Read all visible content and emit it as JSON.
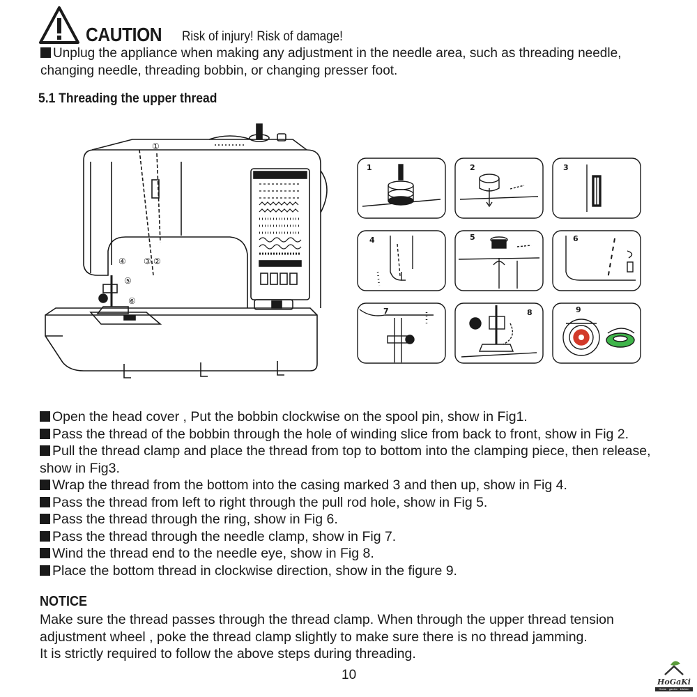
{
  "caution": {
    "title": "CAUTION",
    "subtitle": "Risk of injury! Risk of damage!",
    "unplug_text": "Unplug the appliance when making any adjustment in the needle area, such as threading needle, changing needle, threading bobbin, or changing presser foot."
  },
  "section": {
    "title": "5.1 Threading the upper thread"
  },
  "machine_callouts": [
    "①",
    "②",
    "③",
    "④",
    "⑤",
    "⑥"
  ],
  "figures": [
    {
      "label": "1"
    },
    {
      "label": "2"
    },
    {
      "label": "3"
    },
    {
      "label": "4"
    },
    {
      "label": "5"
    },
    {
      "label": "6"
    },
    {
      "label": "7"
    },
    {
      "label": "8"
    },
    {
      "label": "9"
    }
  ],
  "steps": [
    "Open the head cover , Put the bobbin clockwise on the spool pin, show in Fig1.",
    "Pass the thread of the bobbin through the hole of winding slice from back to front, show in Fig 2.",
    "Pull the thread clamp and place the thread from top to bottom into the clamping piece, then release, show in Fig3.",
    "Wrap the thread from the bottom into the casing marked 3 and then up, show in Fig 4.",
    "Pass the thread from left to right through the pull rod hole, show in Fig 5.",
    "Pass the thread through the ring, show in Fig 6.",
    "Pass the thread through the needle clamp, show in Fig 7.",
    "Wind the thread end to the needle eye, show in Fig 8.",
    "Place the bottom thread in clockwise direction, show in the figure 9."
  ],
  "notice": {
    "title": "NOTICE",
    "lines": [
      "Make sure the thread passes through the thread clamp. When through the upper thread tension adjustment wheel , poke the thread clamp slightly to make sure there is no thread jamming.",
      "It is strictly required to follow the above steps during threading."
    ]
  },
  "page_number": "10",
  "logo": {
    "text": "HoGaKi",
    "tagline": "Home · garden · kitchen"
  },
  "colors": {
    "ink": "#1a1a1a",
    "bobbin_red": "#d23a2a",
    "bobbin_green": "#3fb54a"
  }
}
